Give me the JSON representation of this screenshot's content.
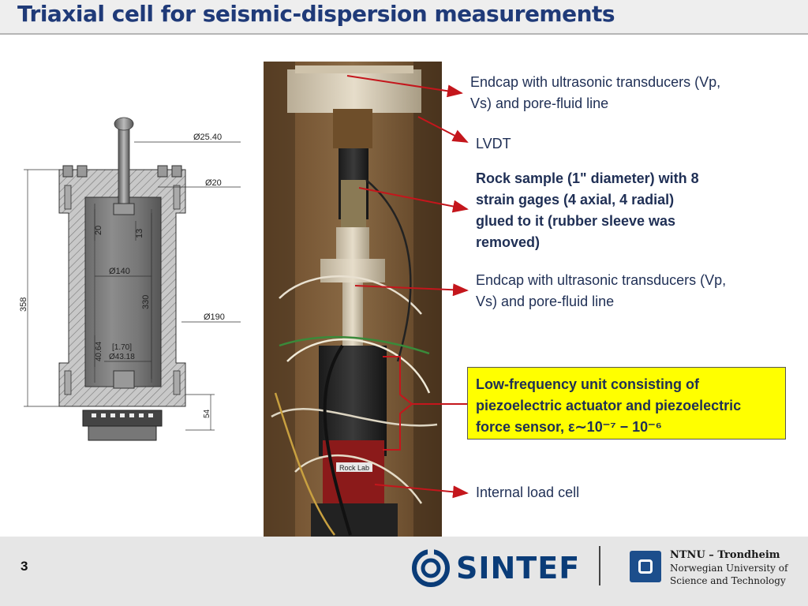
{
  "title": "Triaxial cell for seismic-dispersion measurements",
  "drawing": {
    "dims": {
      "d2540": "Ø25.40",
      "d20": "Ø20",
      "v20": "20",
      "v13": "13",
      "d140": "Ø140",
      "v330": "330",
      "v358": "358",
      "d190": "Ø190",
      "v4064": "40.64",
      "v170": "[1.70]",
      "d4318": "Ø43.18",
      "v54": "54"
    }
  },
  "photo": {
    "badge": "Rock Lab"
  },
  "labels": {
    "endcap_top": [
      "Endcap with ultrasonic transducers (Vp,",
      "Vs) and pore-fluid line"
    ],
    "lvdt": "LVDT",
    "rock_sample": [
      "Rock sample (1\" diameter) with 8",
      "strain gages (4 axial, 4 radial)",
      "glued to it (rubber sleeve was",
      "removed)"
    ],
    "endcap_mid": [
      "Endcap with ultrasonic transducers (Vp,",
      "Vs) and pore-fluid line"
    ],
    "low_freq": [
      "Low-frequency unit consisting of",
      "piezoelectric actuator and piezoelectric",
      "force sensor, ε∼10⁻⁷ − 10⁻⁶"
    ],
    "load_cell": "Internal load cell"
  },
  "footer": {
    "page_number": "3",
    "sintef": "SINTEF",
    "ntnu_line1": "NTNU – Trondheim",
    "ntnu_line2": "Norwegian University of",
    "ntnu_line3": "Science and Technology"
  },
  "colors": {
    "title": "#1f3a78",
    "arrow": "#c4161c",
    "highlight": "#ffff00",
    "sintef": "#0a3c78",
    "ntnu": "#1c4e8c"
  }
}
